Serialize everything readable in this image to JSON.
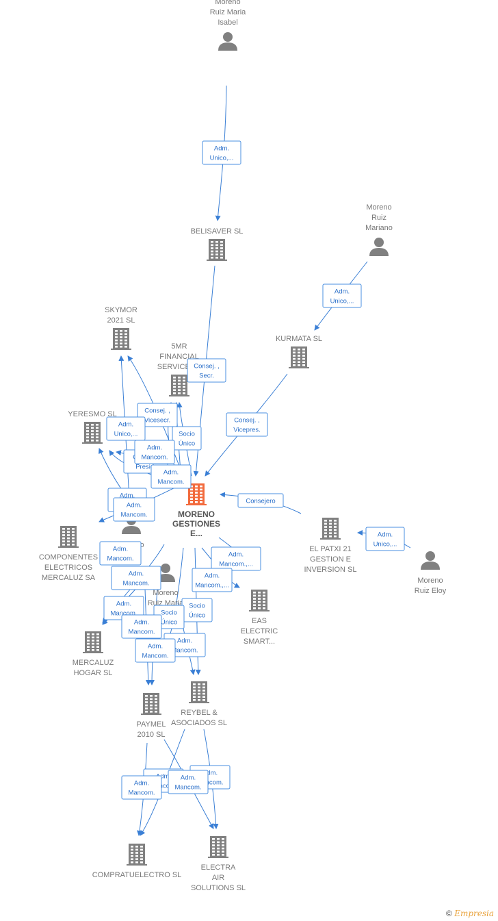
{
  "colors": {
    "node": "#808080",
    "main_node": "#f26a3c",
    "edge": "#3a7fd5",
    "label": "#777777",
    "brand": "#e9a23b"
  },
  "nodes": [
    {
      "id": "mrmi",
      "type": "person",
      "label": [
        "Moreno",
        "Ruiz Maria",
        "Isabel"
      ]
    },
    {
      "id": "belisaver",
      "type": "company",
      "label": [
        "BELISAVER  SL"
      ]
    },
    {
      "id": "mrma",
      "type": "person",
      "label": [
        "Moreno",
        "Ruiz",
        "Mariano"
      ]
    },
    {
      "id": "kurmata",
      "type": "company",
      "label": [
        "KURMATA  SL"
      ]
    },
    {
      "id": "skymor",
      "type": "company",
      "label": [
        "SKYMOR",
        "2021  SL"
      ]
    },
    {
      "id": "fivemr",
      "type": "company",
      "label": [
        "5MR",
        "FINANCIAL",
        "SERVICES..."
      ]
    },
    {
      "id": "yeresmo",
      "type": "company",
      "label": [
        "YERESMO  SL"
      ]
    },
    {
      "id": "main",
      "type": "company",
      "main": true,
      "label": [
        "MORENO",
        "GESTIONES",
        "E..."
      ]
    },
    {
      "id": "mreloy",
      "type": "person",
      "label": [
        "Moreno",
        "Ruiz Eloy"
      ]
    },
    {
      "id": "elpatxi",
      "type": "company",
      "label": [
        "EL PATXI 21",
        "GESTION E",
        "INVERSION  SL"
      ]
    },
    {
      "id": "moreno2",
      "type": "person",
      "label": [
        "Moreno"
      ]
    },
    {
      "id": "mrmd",
      "type": "person",
      "label": [
        "Moreno",
        "Ruiz Maria",
        "Dr..."
      ]
    },
    {
      "id": "componentes",
      "type": "company",
      "label": [
        "COMPONENTES",
        "ELECTRICOS",
        "MERCALUZ SA"
      ]
    },
    {
      "id": "eas",
      "type": "company",
      "label": [
        "EAS",
        "ELECTRIC",
        "SMART..."
      ]
    },
    {
      "id": "mercaluz",
      "type": "company",
      "label": [
        "MERCALUZ",
        "HOGAR SL"
      ]
    },
    {
      "id": "paymel",
      "type": "company",
      "label": [
        "PAYMEL",
        "2010 SL"
      ]
    },
    {
      "id": "reybel",
      "type": "company",
      "label": [
        "REYBEL &",
        "ASOCIADOS SL"
      ]
    },
    {
      "id": "compratu",
      "type": "company",
      "label": [
        "COMPRATUELECTRO SL"
      ]
    },
    {
      "id": "electra",
      "type": "company",
      "label": [
        "ELECTRA",
        "AIR",
        "SOLUTIONS  SL"
      ]
    }
  ],
  "edge_labels": [
    [
      "Adm.",
      "Unico,..."
    ],
    [
      "Adm.",
      "Unico,..."
    ],
    [
      "Consej. ,",
      "Secr."
    ],
    [
      "Consej. ,",
      "Vicepres."
    ],
    [
      "Consejero"
    ],
    [
      "Adm.",
      "Unico,..."
    ],
    [
      "Consej. ,",
      "Vicesecr."
    ],
    [
      "Adm.",
      "Unico,..."
    ],
    [
      "Socio",
      "Único"
    ],
    [
      "Consej. ,",
      "Presid."
    ],
    [
      "Adm.",
      "Mancom."
    ],
    [
      "Adm.",
      "Mancom."
    ],
    [
      "Adm.",
      "Unico,..."
    ],
    [
      "Adm.",
      "Mancom."
    ],
    [
      "Adm.",
      "Mancom."
    ],
    [
      "Adm.",
      "Mancom.,..."
    ],
    [
      "Adm.",
      "Mancom.,..."
    ],
    [
      "Adm.",
      "Mancom."
    ],
    [
      "Adm.",
      "Mancom."
    ],
    [
      "Socio",
      "Único"
    ],
    [
      "Socio",
      "Único"
    ],
    [
      "Adm.",
      "Mancom."
    ],
    [
      "Adm.",
      "Mancom."
    ],
    [
      "Adm.",
      "Mancom."
    ],
    [
      "Adm.",
      "Mancom."
    ],
    [
      "Adm.",
      "Mancom."
    ],
    [
      "Adm.",
      "Mancom."
    ],
    [
      "Adm.",
      "Mancom."
    ]
  ],
  "footer": {
    "copyright": "©",
    "brand": "Empresia"
  }
}
